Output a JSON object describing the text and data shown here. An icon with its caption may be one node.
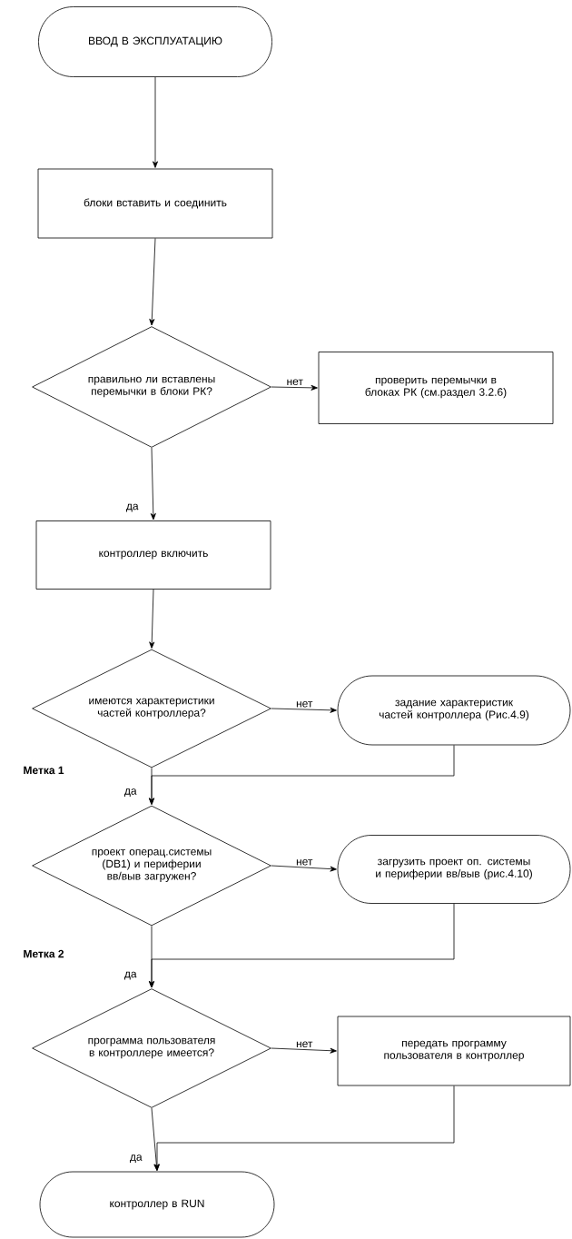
{
  "diagram": {
    "nodes": [
      {
        "text": [
          "ВВОД В ЭКСПЛУАТАЦИЮ"
        ]
      },
      {
        "text": [
          "блоки вставить и соединить"
        ]
      },
      {
        "text": [
          "правильно ли вставлены перемычки в блоки РК?"
        ]
      },
      {
        "text": [
          "проверить перемычки в блоках РК (см.раздел 3.2.6)"
        ]
      },
      {
        "text": [
          "контроллер включить"
        ]
      },
      {
        "text": [
          "имеются характеристики частей контроллера?"
        ]
      },
      {
        "text": [
          "задание характеристик частей контроллера (Рис.4.9)"
        ]
      },
      {
        "text": [
          "проект операц.системы (DB1) и периферии вв/выв загружен?"
        ]
      },
      {
        "text": [
          "загрузить проект оп. системы и периферии вв/выв (рис.4.10)"
        ]
      },
      {
        "text": [
          "программа пользователя в контроллере имеется?"
        ]
      },
      {
        "text": [
          "передать программу пользователя в контроллер"
        ]
      },
      {
        "text": [
          "контроллер в RUN"
        ]
      }
    ],
    "edges": [
      {
        "from": 0,
        "to": 1,
        "arrow": "to"
      },
      {
        "from": 1,
        "to": 2,
        "arrow": "to"
      },
      {
        "from": 2,
        "to": 3,
        "arrow": "to",
        "label": "нет"
      },
      {
        "from": 2,
        "to": 4,
        "arrow": "to",
        "label": "да"
      },
      {
        "from": 4,
        "to": 5,
        "arrow": "to"
      },
      {
        "from": 5,
        "to": 6,
        "arrow": "to",
        "label": "нет"
      },
      {
        "from": 5,
        "to": 7,
        "arrow": "to",
        "label": "да"
      },
      {
        "from": 6,
        "to": 7,
        "arrow": "to"
      },
      {
        "from": 7,
        "to": 8,
        "arrow": "to",
        "label": "нет"
      },
      {
        "from": 7,
        "to": 9,
        "arrow": "to",
        "label": "да"
      },
      {
        "from": 8,
        "to": 9,
        "arrow": "to"
      },
      {
        "from": 9,
        "to": 10,
        "arrow": "to",
        "label": "нет"
      },
      {
        "from": 9,
        "to": 11,
        "arrow": "to",
        "label": "да"
      },
      {
        "from": 10,
        "to": 11,
        "arrow": "to"
      }
    ],
    "labels": [
      "Метка 1",
      "Метка 2"
    ]
  }
}
